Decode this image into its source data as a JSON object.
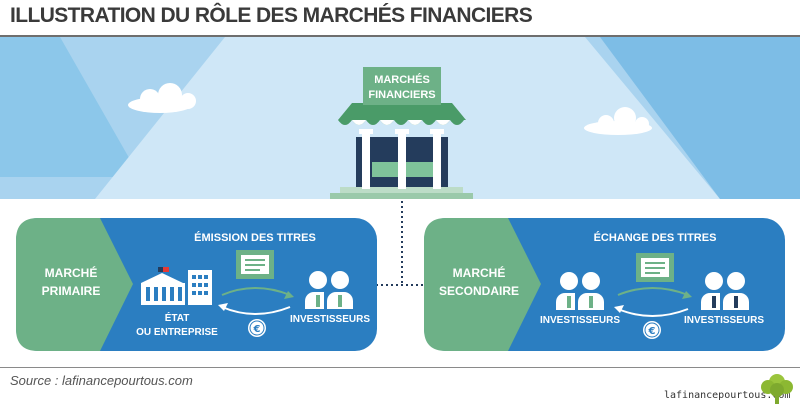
{
  "title": "ILLUSTRATION DU RÔLE DES MARCHÉS FINANCIERS",
  "center": {
    "label_line1": "MARCHÉS",
    "label_line2": "FINANCIERS"
  },
  "primary": {
    "label_line1": "MARCHÉ",
    "label_line2": "PRIMAIRE",
    "section_title": "ÉMISSION DES TITRES",
    "issuer_line1": "ÉTAT",
    "issuer_line2": "OU ENTREPRISE",
    "investors": "INVESTISSEURS",
    "currency": "€"
  },
  "secondary": {
    "label_line1": "MARCHÉ",
    "label_line2": "SECONDAIRE",
    "section_title": "ÉCHANGE DES TITRES",
    "investors_left": "INVESTISSEURS",
    "investors_right": "INVESTISSEURS",
    "currency": "€"
  },
  "source": "Source : lafinancepourtous.com",
  "watermark": "lafinancepourtous.com",
  "colors": {
    "sky": "#a9d3ef",
    "mountain_front": "#cfe7f7",
    "mountain_side": "#7dbde6",
    "blue": "#2b7ec1",
    "green": "#6db187",
    "dark_green": "#3f8e5c",
    "navy": "#243c5c"
  }
}
